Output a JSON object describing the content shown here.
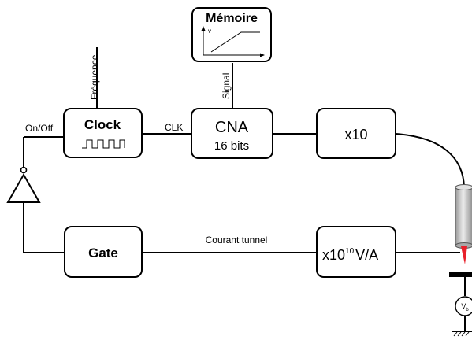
{
  "diagram": {
    "memoire": {
      "title": "Mémoire",
      "axis_v": "v"
    },
    "labels": {
      "frequence": "Fréquence",
      "signal": "Signal",
      "on_off": "On/Off",
      "clk": "CLK",
      "courant_tunnel": "Courant tunnel"
    },
    "clock": {
      "title": "Clock"
    },
    "cna": {
      "title": "CNA",
      "subtitle": "16 bits"
    },
    "amp1": {
      "label": "x10"
    },
    "gate": {
      "title": "Gate"
    },
    "amp2": {
      "prefix": "x10",
      "exponent": "10",
      "unit": "V/A"
    },
    "source": {
      "label": "V",
      "subscript": "b"
    },
    "colors": {
      "tip": "#e8202a",
      "stroke": "#000000",
      "scanner": "#c8c8c8"
    }
  }
}
